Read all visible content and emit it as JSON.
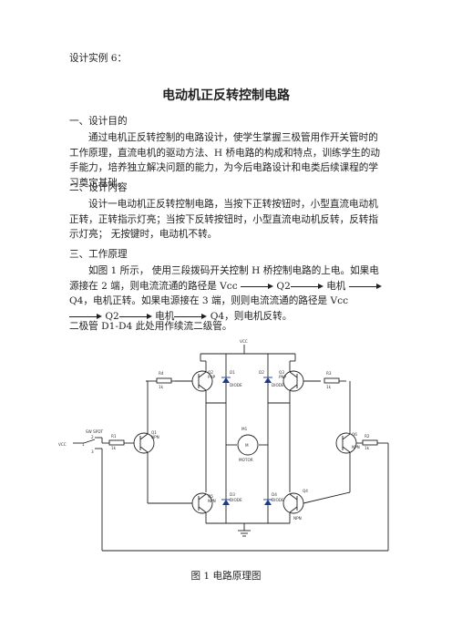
{
  "header": {
    "example_label": "设计实例 6："
  },
  "title": "电动机正反转控制电路",
  "sections": {
    "s1": {
      "heading": "一、设计目的",
      "text": "通过电机正反转控制的电路设计，使学生掌握三极管用作开关管时的工作原理，直流电机的驱动方法、H 桥电路的构成和特点，训练学生的动手能力，培养独立解决问题的能力，为今后电路设计和电类后续课程的学习奠定基础。"
    },
    "s2": {
      "heading": "二、设计内容",
      "text": "设计一电动机正反转控制电路，当按下正转按钮时，小型直流电动机正转，正转指示灯亮；当按下反转按钮时，小型直流电动机反转，反转指示灯亮；  无按键时，电动机不转。"
    },
    "s3": {
      "heading": "三、工作原理",
      "p1a": "如图 1 所示，  使用三段拨码开关控制 H 桥控制电路的上电。如果电源接在 2 端，则电流流通的路径是 Vcc ",
      "p1b": " Q2",
      "p1c": " 电机 ",
      "p1d": " Q4，电机正转。如果电源接在 3 端，则则电流流通的路径是 Vcc ",
      "p1e": " Q2",
      "p1f": " 电机",
      "p1g": " Q4，则电机反转。",
      "p2": "二极管 D1-D4 此处用作续流二级管。"
    }
  },
  "circuit": {
    "vcc": "VCC",
    "r4": "R4",
    "r4v": "1k",
    "r3": "R3",
    "r3v": "1k",
    "r1": "R1",
    "r1v": "1k",
    "r2": "R2",
    "r2v": "1k",
    "q1": "Q1",
    "q1t": "NPN",
    "q2": "Q2",
    "q2t": "PNP",
    "q3": "Q3",
    "q3t": "PNP",
    "q4": "Q4",
    "q4t": "NPN",
    "q5": "Q5",
    "q5t": "NPN",
    "q6": "Q6",
    "q6t": "NPN",
    "d1": "D1",
    "d2": "D2",
    "d3": "D3",
    "d4": "D4",
    "diode": "DIODE",
    "m1": "M1",
    "motor": "MOTOR",
    "m": "M",
    "sw": "SW SPDT",
    "vcc_in": "VCC",
    "sw1": "1",
    "sw2": "2",
    "sw3": "3"
  },
  "caption": "图 1  电路原理图"
}
